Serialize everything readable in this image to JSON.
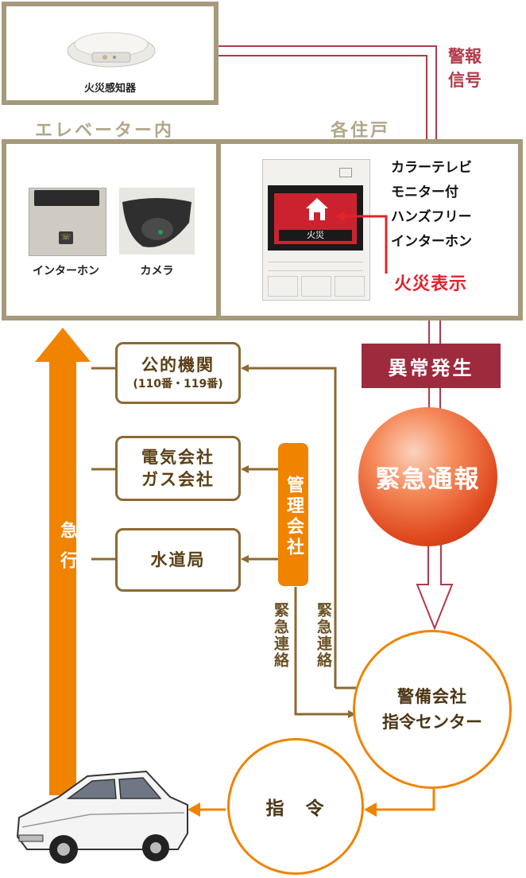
{
  "top": {
    "detector_label": "火災感知器",
    "signal_label": "警報\n信号"
  },
  "elevator": {
    "section_label": "エレベーター内",
    "intercom_label": "インターホン",
    "camera_label": "カメラ"
  },
  "residence": {
    "section_label": "各住戸",
    "monitor_desc": "カラーテレビ\nモニター付\nハンズフリー\nインターホン",
    "fire_display_label": "火災表示",
    "screen_text": "火災"
  },
  "flow": {
    "abnormal_label": "異常発生",
    "emergency_report_label": "緊急通報",
    "management_label": "管理会社",
    "contact_left": "緊急連絡",
    "contact_right": "緊急連絡",
    "security_line1": "警備会社",
    "security_line2": "指令センター",
    "command_label": "指　令",
    "rush_label": "急行"
  },
  "boxes": {
    "public_l1": "公的機関",
    "public_l2": "(110番・119番)",
    "electric_l1": "電気会社",
    "electric_l2": "ガス会社",
    "water": "水道局"
  },
  "colors": {
    "frame": "#a69a7c",
    "alert": "#b52933",
    "orange": "#f08300",
    "brown": "#8b6a33",
    "signal_line": "#b03a48"
  }
}
